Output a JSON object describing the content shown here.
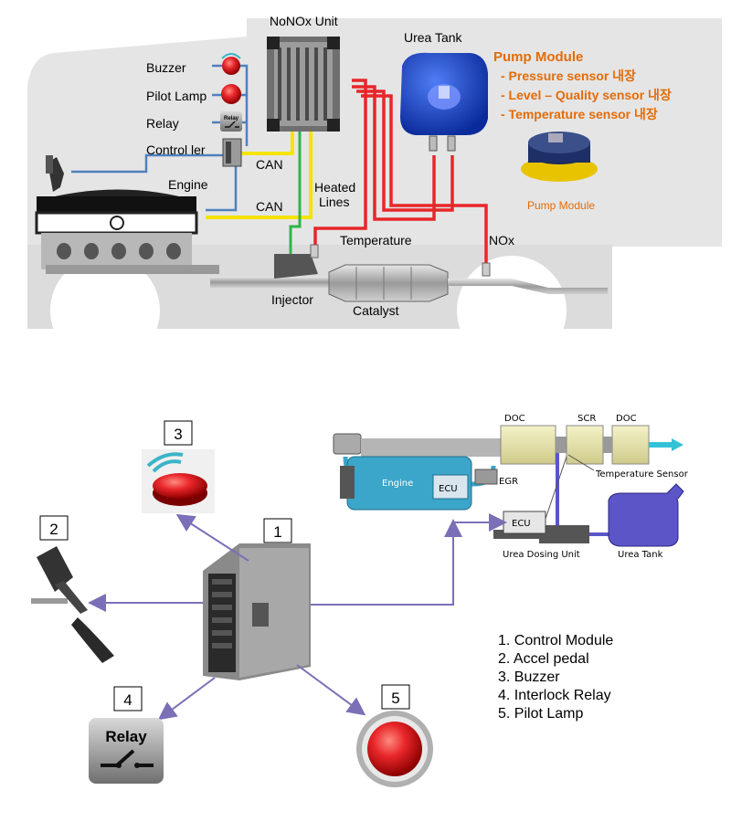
{
  "top": {
    "nonox_unit": "NoNOx Unit",
    "urea_tank": "Urea Tank",
    "pump_module_title": "Pump Module",
    "pump_features": [
      "- Pressure sensor 내장",
      "- Level – Quality sensor 내장",
      "- Temperature sensor 내장"
    ],
    "pump_module_caption": "Pump Module",
    "buzzer": "Buzzer",
    "pilot_lamp": "Pilot Lamp",
    "relay": "Relay",
    "controller": "Control ler",
    "relay_icon_text": "Relay",
    "engine": "Engine",
    "can_1": "CAN",
    "can_2": "CAN",
    "heated_lines_1": "Heated",
    "heated_lines_2": "Lines",
    "temperature": "Temperature",
    "nox": "NOx",
    "injector": "Injector",
    "catalyst": "Catalyst",
    "colors": {
      "yellow": "#f5e400",
      "red": "#e8262a",
      "green": "#2fb44a",
      "blue": "#4f81bd",
      "orange": "#e36c09"
    }
  },
  "bottom": {
    "num_1": "1",
    "num_2": "2",
    "num_3": "3",
    "num_4": "4",
    "num_5": "5",
    "relay_text": "Relay",
    "doc_1": "DOC",
    "scr": "SCR",
    "doc_2": "DOC",
    "temperature_sensor": "Temperature Sensor",
    "engine": "Engine",
    "ecu_engine": "ECU",
    "egr": "EGR",
    "ecu_dosing": "ECU",
    "urea_dosing_unit": "Urea Dosing Unit",
    "urea_tank": "Urea Tank",
    "legend": [
      "1. Control Module",
      "2. Accel pedal",
      "3. Buzzer",
      "4. Interlock Relay",
      "5. Pilot Lamp"
    ],
    "colors": {
      "arrow": "#7b6fb8",
      "tank": "#5b55c8",
      "engine": "#3ba6c9"
    }
  }
}
